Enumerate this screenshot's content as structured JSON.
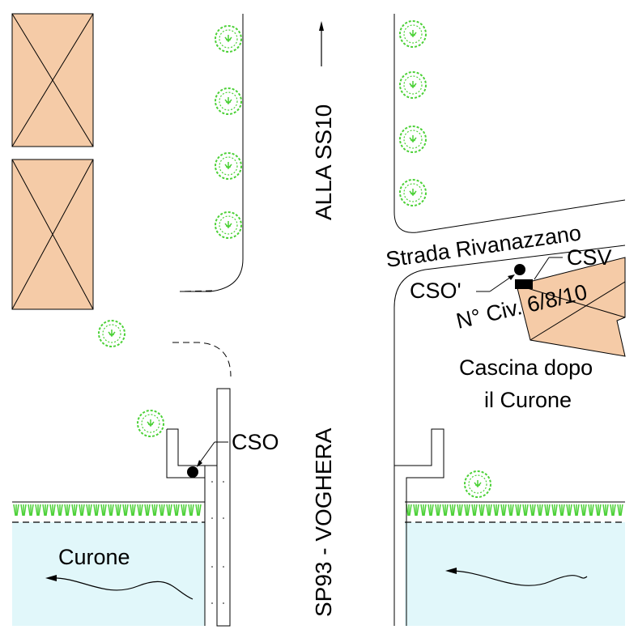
{
  "labels": {
    "road_north": "ALLA SS10",
    "road_south": "SP93 - VOGHERA",
    "side_road": "Strada Rivanazzano",
    "cso": "CSO",
    "cso_prime": "CSO'",
    "csv": "CSV",
    "house_number": "N° Civ. 6/8/10",
    "building_line1": "Cascina dopo",
    "building_line2": "il Curone",
    "river": "Curone"
  },
  "colors": {
    "building_fill": "#f5cba7",
    "water_fill": "#e1f7fa",
    "vegetation": "#4cd137",
    "line": "#000000"
  },
  "icons": {
    "tree": "tree-symbol",
    "flow_arrow": "flow-direction-arrow",
    "manhole": "manhole-dot",
    "valve": "valve-rectangle"
  }
}
